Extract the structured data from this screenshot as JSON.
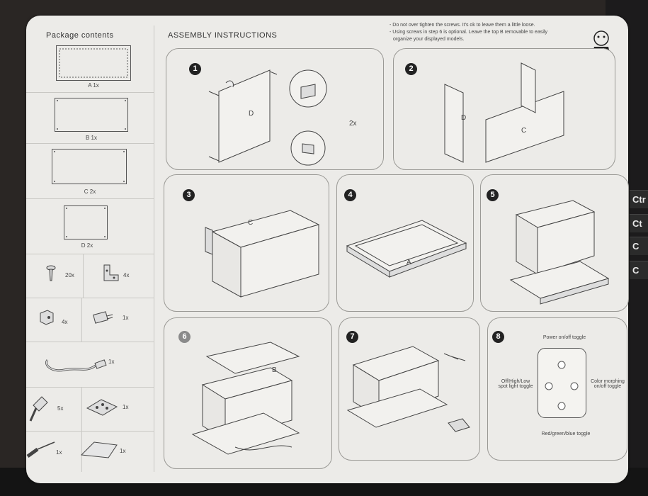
{
  "package": {
    "title": "Package contents",
    "items": [
      {
        "label": "A  1x"
      },
      {
        "label": "B  1x"
      },
      {
        "label": "C  2x"
      },
      {
        "label": "D  2x"
      }
    ],
    "parts": [
      {
        "count": "20x"
      },
      {
        "count": "4x"
      },
      {
        "count": "4x"
      },
      {
        "count": "1x"
      },
      {
        "count": "1x"
      },
      {
        "count": "5x"
      },
      {
        "count": "1x"
      },
      {
        "count": "1x"
      },
      {
        "count": "1x"
      }
    ]
  },
  "instructions": {
    "title": "ASSEMBLY INSTRUCTIONS",
    "notes": [
      "- Do not over tighten the screws. It's ok to leave them a little loose.",
      "- Using screws in step 6 is optional. Leave the top B removable to easily",
      "  organize your displayed models."
    ],
    "steps": [
      {
        "num": "1",
        "panel": "D",
        "multiplier": "2x"
      },
      {
        "num": "2",
        "panel_d": "D",
        "panel_c": "C"
      },
      {
        "num": "3",
        "panel": "C"
      },
      {
        "num": "4",
        "panel": "A"
      },
      {
        "num": "5"
      },
      {
        "num": "6",
        "panel": "B"
      },
      {
        "num": "7"
      },
      {
        "num": "8"
      }
    ],
    "remote": {
      "power": "Power on/off toggle",
      "spot": "Off/High/Low\nspot light toggle",
      "color": "Color morphing\non/off toggle",
      "rgb": "Red/green/blue toggle"
    }
  },
  "side_keys": [
    "Ctr",
    "Ct",
    "C",
    "C"
  ]
}
